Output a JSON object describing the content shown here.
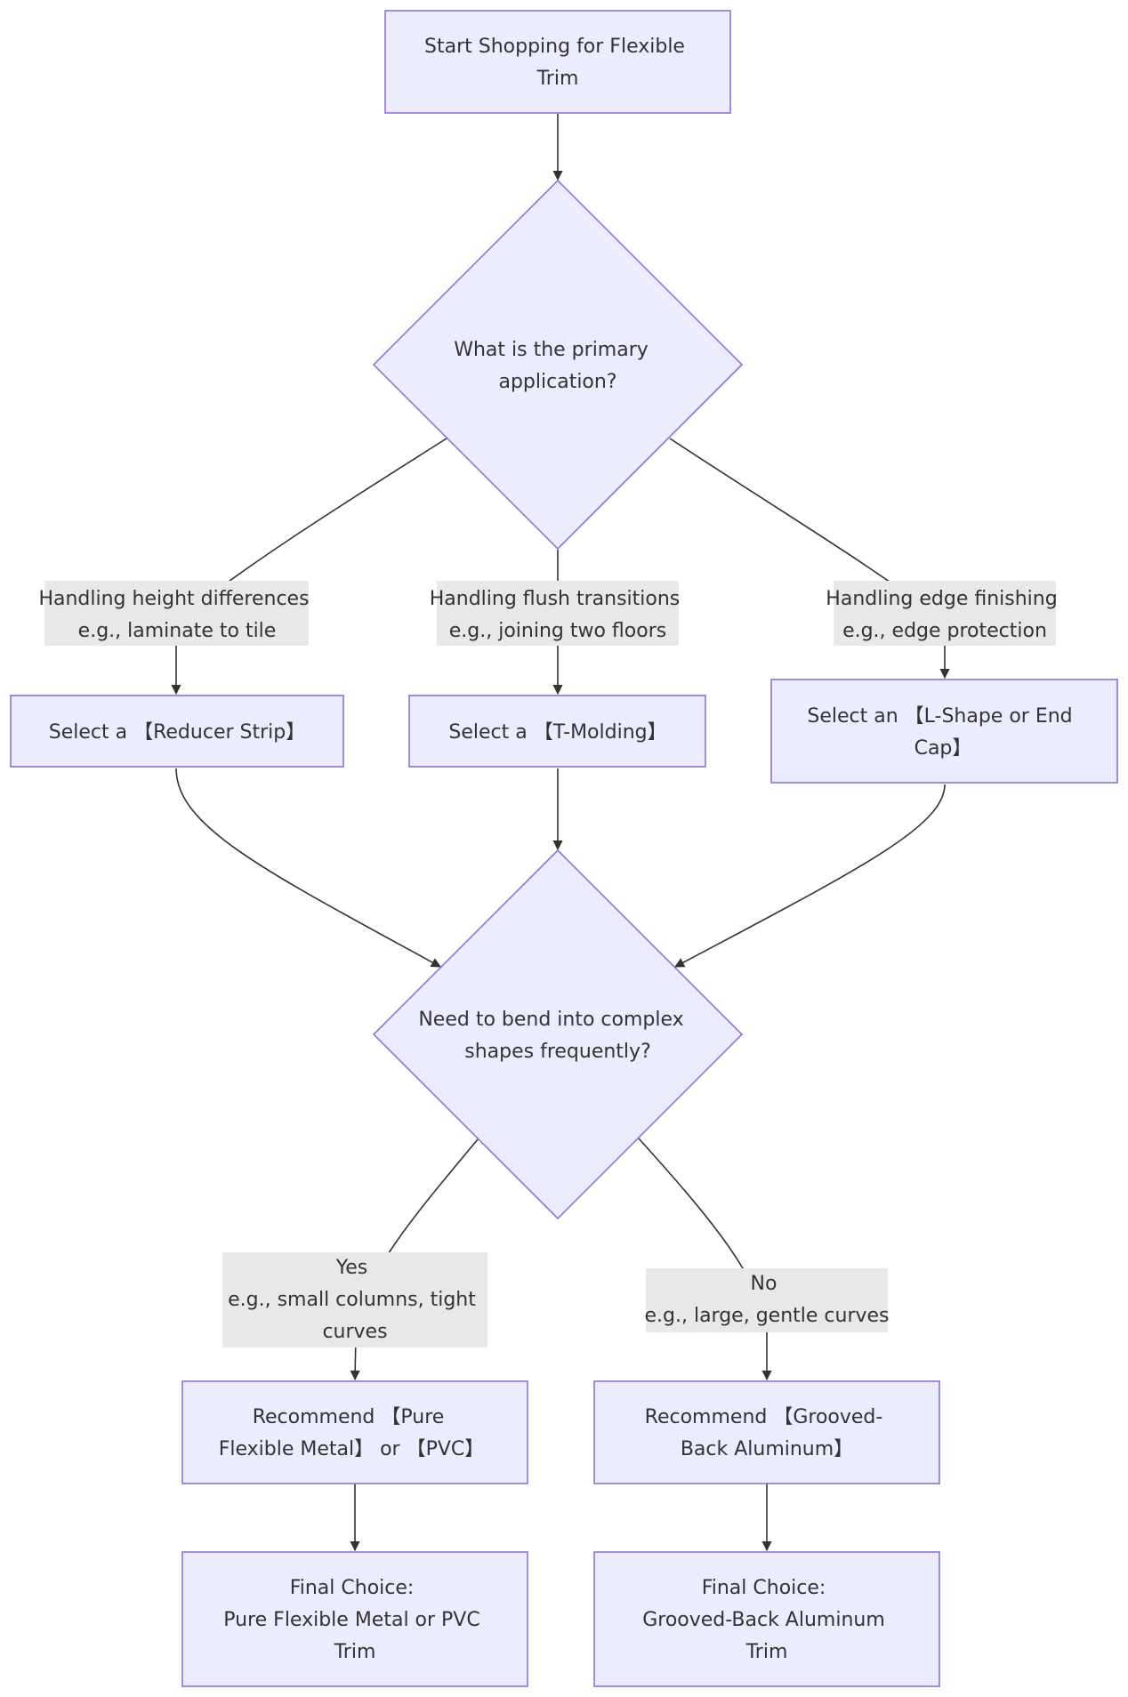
{
  "colors": {
    "node_fill": "#ececff",
    "node_stroke": "#9370db",
    "edge": "#333333",
    "label_bg": "#e8e8e8",
    "text": "#333333"
  },
  "nodes": {
    "start": [
      "Start Shopping for Flexible",
      "Trim"
    ],
    "decision_application": [
      "What is the primary",
      "application?"
    ],
    "reducer": [
      "Select a 【Reducer Strip】"
    ],
    "tmolding": [
      "Select a 【T-Molding】"
    ],
    "lshape": [
      "Select an 【L-Shape or End",
      "Cap】"
    ],
    "decision_bend": [
      "Need to bend into complex",
      "shapes frequently?"
    ],
    "recommend_flexible": [
      "Recommend 【Pure",
      "Flexible Metal】 or 【PVC】"
    ],
    "recommend_grooved": [
      "Recommend 【Grooved-",
      "Back Aluminum】"
    ],
    "final_flexible": [
      "Final Choice:",
      "Pure Flexible Metal or PVC",
      "Trim"
    ],
    "final_grooved": [
      "Final Choice:",
      "Grooved-Back Aluminum",
      "Trim"
    ]
  },
  "edge_labels": {
    "height": [
      "Handling height differences",
      "e.g., laminate to tile"
    ],
    "flush": [
      "Handling flush transitions",
      "e.g., joining two floors"
    ],
    "edge": [
      "Handling edge finishing",
      "e.g., edge protection"
    ],
    "yes": [
      "Yes",
      "e.g., small columns, tight",
      "curves"
    ],
    "no": [
      "No",
      "e.g., large, gentle curves"
    ]
  }
}
